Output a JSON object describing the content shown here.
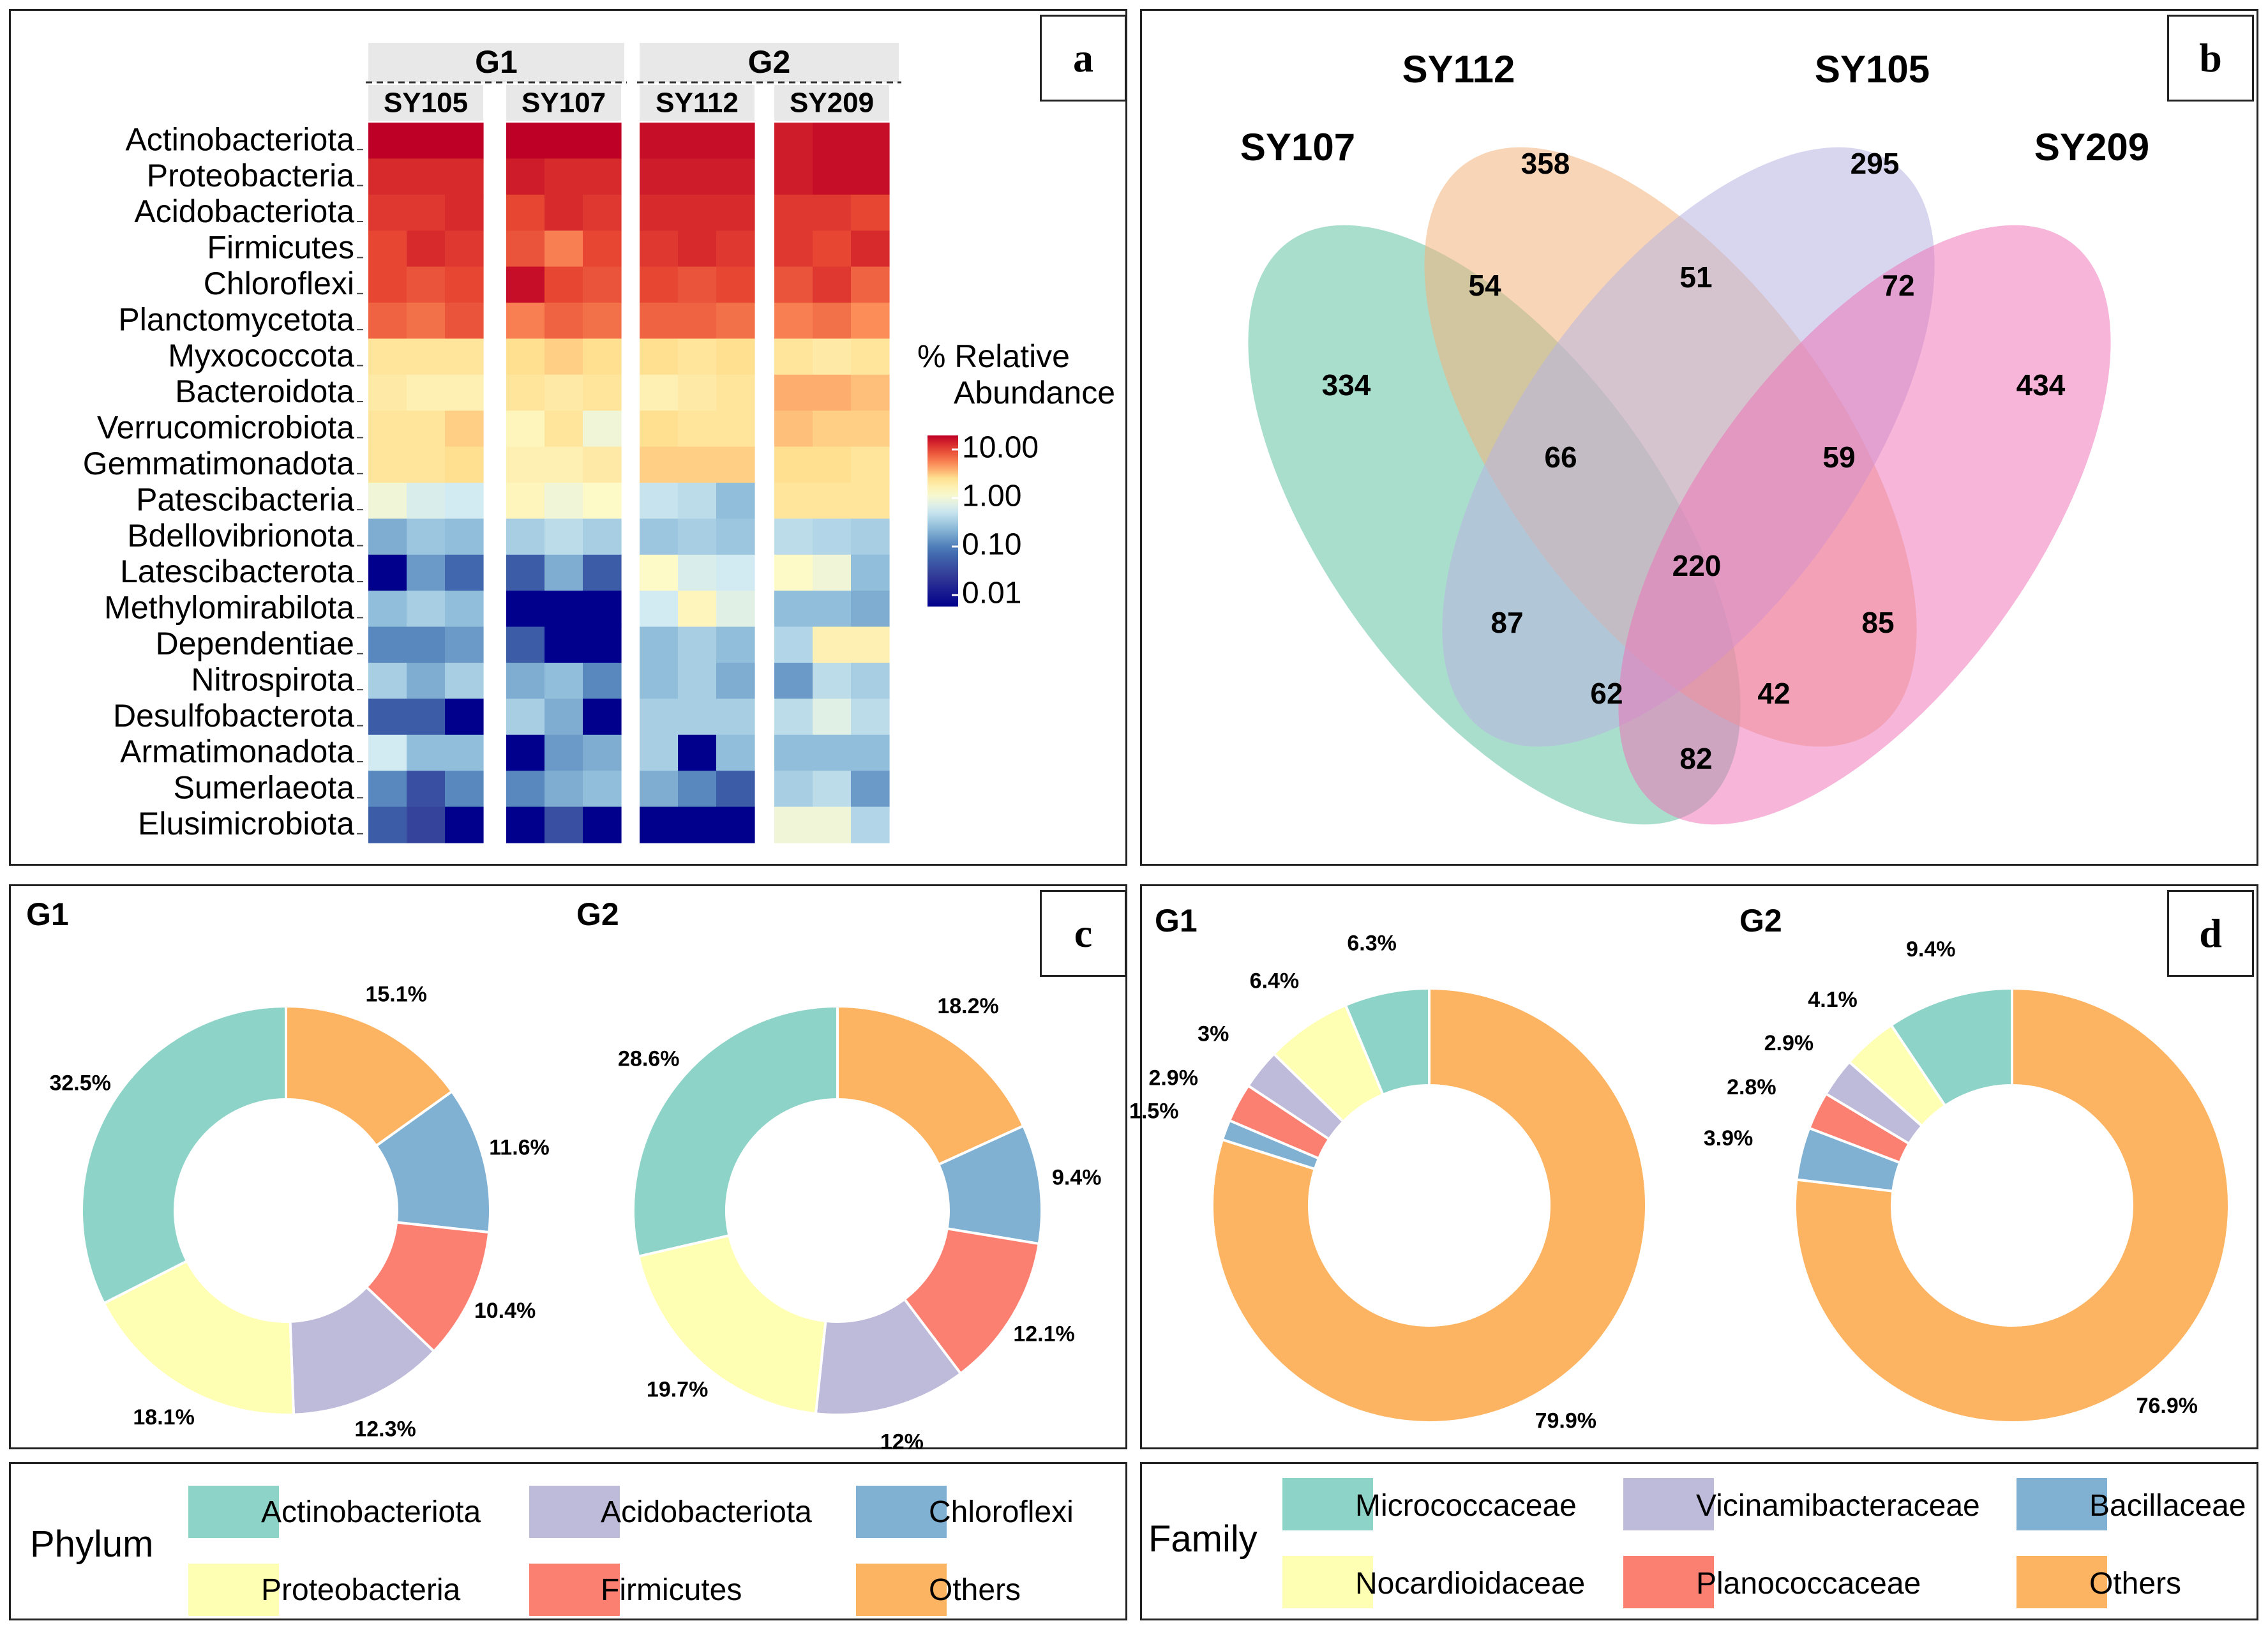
{
  "panel_tags": {
    "a": "a",
    "b": "b",
    "c": "c",
    "d": "d"
  },
  "chart_data": [
    {
      "type": "heatmap",
      "groups": [
        {
          "name": "G1",
          "samples": [
            "SY105",
            "SY107"
          ]
        },
        {
          "name": "G2",
          "samples": [
            "SY112",
            "SY209"
          ]
        }
      ],
      "rows": [
        "Actinobacteriota",
        "Proteobacteria",
        "Acidobacteriota",
        "Firmicutes",
        "Chloroflexi",
        "Planctomycetota",
        "Myxococcota",
        "Bacteroidota",
        "Verrucomicrobiota",
        "Gemmatimonadota",
        "Patescibacteria",
        "Bdellovibrionota",
        "Latescibacterota",
        "Methylomirabilota",
        "Dependentiae",
        "Nitrospirota",
        "Desulfobacterota",
        "Armatimonadota",
        "Sumerlaeota",
        "Elusimicrobiota"
      ],
      "replicates_per_sample": 3,
      "values_log10": [
        [
          1.0,
          1.0,
          1.0,
          1.0,
          1.0,
          1.0,
          0.95,
          0.95,
          0.95,
          0.9,
          0.95,
          0.95
        ],
        [
          0.85,
          0.85,
          0.85,
          0.9,
          0.85,
          0.85,
          0.9,
          0.9,
          0.9,
          0.9,
          0.95,
          0.95
        ],
        [
          0.8,
          0.8,
          0.85,
          0.75,
          0.85,
          0.8,
          0.85,
          0.85,
          0.85,
          0.8,
          0.8,
          0.75
        ],
        [
          0.75,
          0.85,
          0.8,
          0.7,
          0.55,
          0.75,
          0.8,
          0.85,
          0.8,
          0.8,
          0.75,
          0.85
        ],
        [
          0.75,
          0.7,
          0.75,
          0.95,
          0.75,
          0.7,
          0.75,
          0.7,
          0.75,
          0.7,
          0.8,
          0.65
        ],
        [
          0.65,
          0.6,
          0.7,
          0.55,
          0.65,
          0.6,
          0.65,
          0.65,
          0.6,
          0.55,
          0.6,
          0.5
        ],
        [
          0.2,
          0.2,
          0.2,
          0.25,
          0.3,
          0.25,
          0.25,
          0.2,
          0.25,
          0.2,
          0.15,
          0.2
        ],
        [
          0.15,
          0.1,
          0.1,
          0.2,
          0.15,
          0.2,
          0.1,
          0.15,
          0.2,
          0.4,
          0.4,
          0.35
        ],
        [
          0.2,
          0.2,
          0.3,
          0.05,
          0.2,
          -0.1,
          0.25,
          0.2,
          0.2,
          0.35,
          0.3,
          0.3
        ],
        [
          0.2,
          0.2,
          0.25,
          0.1,
          0.1,
          0.15,
          0.3,
          0.3,
          0.3,
          0.25,
          0.25,
          0.2
        ],
        [
          -0.1,
          -0.25,
          -0.3,
          0.05,
          -0.1,
          0.0,
          -0.35,
          -0.4,
          -0.6,
          0.2,
          0.2,
          0.2
        ],
        [
          -0.7,
          -0.55,
          -0.6,
          -0.5,
          -0.4,
          -0.5,
          -0.55,
          -0.5,
          -0.55,
          -0.4,
          -0.45,
          -0.5
        ],
        [
          -2.0,
          -0.8,
          -1.1,
          -1.2,
          -0.7,
          -1.2,
          0.0,
          -0.25,
          -0.3,
          0.0,
          -0.1,
          -0.6
        ],
        [
          -0.6,
          -0.5,
          -0.6,
          -2.0,
          -2.0,
          -2.0,
          -0.3,
          0.05,
          -0.2,
          -0.6,
          -0.6,
          -0.7
        ],
        [
          -0.9,
          -0.9,
          -0.8,
          -1.2,
          -2.0,
          -2.0,
          -0.6,
          -0.5,
          -0.6,
          -0.45,
          0.1,
          0.1
        ],
        [
          -0.5,
          -0.7,
          -0.5,
          -0.7,
          -0.6,
          -0.9,
          -0.6,
          -0.5,
          -0.7,
          -0.8,
          -0.4,
          -0.5
        ],
        [
          -1.2,
          -1.2,
          -2.0,
          -0.5,
          -0.7,
          -2.0,
          -0.5,
          -0.5,
          -0.5,
          -0.4,
          -0.2,
          -0.4
        ],
        [
          -0.3,
          -0.6,
          -0.6,
          -2.0,
          -0.8,
          -0.7,
          -0.5,
          -2.0,
          -0.6,
          -0.6,
          -0.6,
          -0.6
        ],
        [
          -0.9,
          -1.3,
          -0.9,
          -0.9,
          -0.7,
          -0.6,
          -0.7,
          -0.9,
          -1.2,
          -0.5,
          -0.4,
          -0.8
        ],
        [
          -1.2,
          -1.4,
          -2.0,
          -2.0,
          -1.3,
          -2.0,
          -2.0,
          -2.0,
          -2.0,
          -0.1,
          -0.1,
          -0.45
        ]
      ],
      "colorbar": {
        "title_line1": "% Relative",
        "title_line2": "Abundance",
        "ticks": [
          "10.00",
          "1.00",
          "0.10",
          "0.01"
        ],
        "scale": "log"
      }
    },
    {
      "type": "venn",
      "sets": [
        "SY107",
        "SY112",
        "SY105",
        "SY209"
      ],
      "colors": [
        "#5bbf9e",
        "#f2b27a",
        "#b8b4e2",
        "#ee72b6"
      ],
      "regions": [
        {
          "sets": [
            "SY107"
          ],
          "value": 334
        },
        {
          "sets": [
            "SY112"
          ],
          "value": 358
        },
        {
          "sets": [
            "SY105"
          ],
          "value": 295
        },
        {
          "sets": [
            "SY209"
          ],
          "value": 434
        },
        {
          "sets": [
            "SY107",
            "SY112"
          ],
          "value": 54
        },
        {
          "sets": [
            "SY112",
            "SY105"
          ],
          "value": 51
        },
        {
          "sets": [
            "SY105",
            "SY209"
          ],
          "value": 72
        },
        {
          "sets": [
            "SY107",
            "SY112",
            "SY105"
          ],
          "value": 66
        },
        {
          "sets": [
            "SY112",
            "SY105",
            "SY209"
          ],
          "value": 59
        },
        {
          "sets": [
            "SY107",
            "SY112",
            "SY105",
            "SY209"
          ],
          "value": 220
        },
        {
          "sets": [
            "SY107",
            "SY105"
          ],
          "value": 87
        },
        {
          "sets": [
            "SY112",
            "SY209"
          ],
          "value": 85
        },
        {
          "sets": [
            "SY107",
            "SY105",
            "SY209"
          ],
          "value": 62
        },
        {
          "sets": [
            "SY107",
            "SY112",
            "SY209"
          ],
          "value": 42
        },
        {
          "sets": [
            "SY107",
            "SY209"
          ],
          "value": 82
        }
      ]
    },
    {
      "type": "pie",
      "title": "G1",
      "categories": [
        "Others",
        "Chloroflexi",
        "Firmicutes",
        "Acidobacteriota",
        "Proteobacteria",
        "Actinobacteriota"
      ],
      "values": [
        15.1,
        11.6,
        10.4,
        12.3,
        18.1,
        32.5
      ],
      "labels": [
        "15.1%",
        "11.6%",
        "10.4%",
        "12.3%",
        "18.1%",
        "32.5%"
      ]
    },
    {
      "type": "pie",
      "title": "G2",
      "categories": [
        "Others",
        "Chloroflexi",
        "Firmicutes",
        "Acidobacteriota",
        "Proteobacteria",
        "Actinobacteriota"
      ],
      "values": [
        18.2,
        9.4,
        12.1,
        12.0,
        19.7,
        28.6
      ],
      "labels": [
        "18.2%",
        "9.4%",
        "12.1%",
        "12%",
        "19.7%",
        "28.6%"
      ]
    },
    {
      "type": "pie",
      "title": "G1",
      "categories": [
        "Others",
        "Bacillaceae",
        "Planococcaceae",
        "Vicinamibacteraceae",
        "Nocardioidaceae",
        "Micrococcaceae"
      ],
      "values": [
        79.9,
        1.5,
        2.9,
        3.0,
        6.4,
        6.3
      ],
      "labels": [
        "79.9%",
        "1.5%",
        "2.9%",
        "3%",
        "6.4%",
        "6.3%"
      ]
    },
    {
      "type": "pie",
      "title": "G2",
      "categories": [
        "Others",
        "Bacillaceae",
        "Planococcaceae",
        "Vicinamibacteraceae",
        "Nocardioidaceae",
        "Micrococcaceae"
      ],
      "values": [
        76.9,
        3.9,
        2.8,
        2.9,
        4.1,
        9.4
      ],
      "labels": [
        "76.9%",
        "3.9%",
        "2.8%",
        "2.9%",
        "4.1%",
        "9.4%"
      ]
    }
  ],
  "legends": {
    "phylum": {
      "title": "Phylum",
      "items": [
        {
          "label": "Actinobacteriota",
          "color": "#8dd3c7"
        },
        {
          "label": "Acidobacteriota",
          "color": "#bebada"
        },
        {
          "label": "Chloroflexi",
          "color": "#80b1d3"
        },
        {
          "label": "Proteobacteria",
          "color": "#ffffb3"
        },
        {
          "label": "Firmicutes",
          "color": "#fb8072"
        },
        {
          "label": "Others",
          "color": "#fdb462"
        }
      ]
    },
    "family": {
      "title": "Family",
      "items": [
        {
          "label": "Micrococcaceae",
          "color": "#8dd3c7"
        },
        {
          "label": "Vicinamibacteraceae",
          "color": "#bebada"
        },
        {
          "label": "Bacillaceae",
          "color": "#80b1d3"
        },
        {
          "label": "Nocardioidaceae",
          "color": "#ffffb3"
        },
        {
          "label": "Planococcaceae",
          "color": "#fb8072"
        },
        {
          "label": "Others",
          "color": "#fdb462"
        }
      ]
    }
  }
}
